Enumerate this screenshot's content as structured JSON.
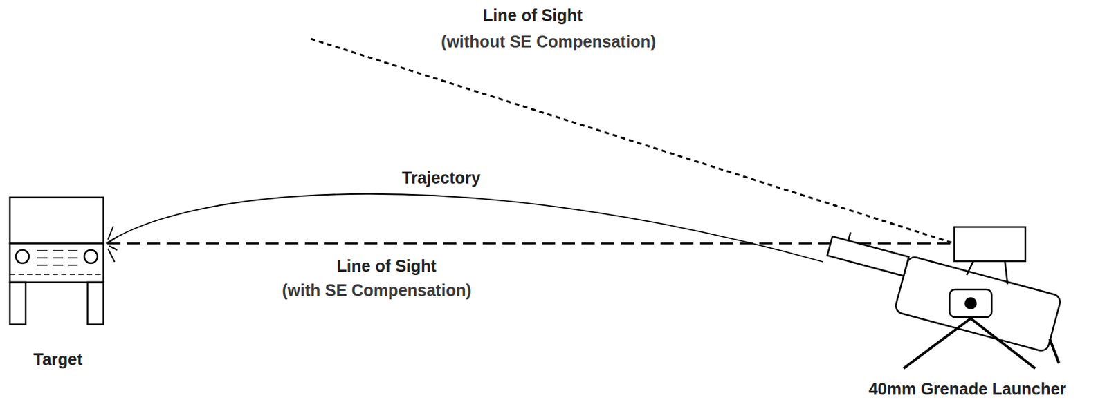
{
  "diagram": {
    "labels": [
      "Line of Sight",
      "(without SE Compensation)",
      "Trajectory",
      "Line of Sight",
      "(with SE Compensation)",
      "Target",
      "40mm Grenade Launcher"
    ]
  }
}
